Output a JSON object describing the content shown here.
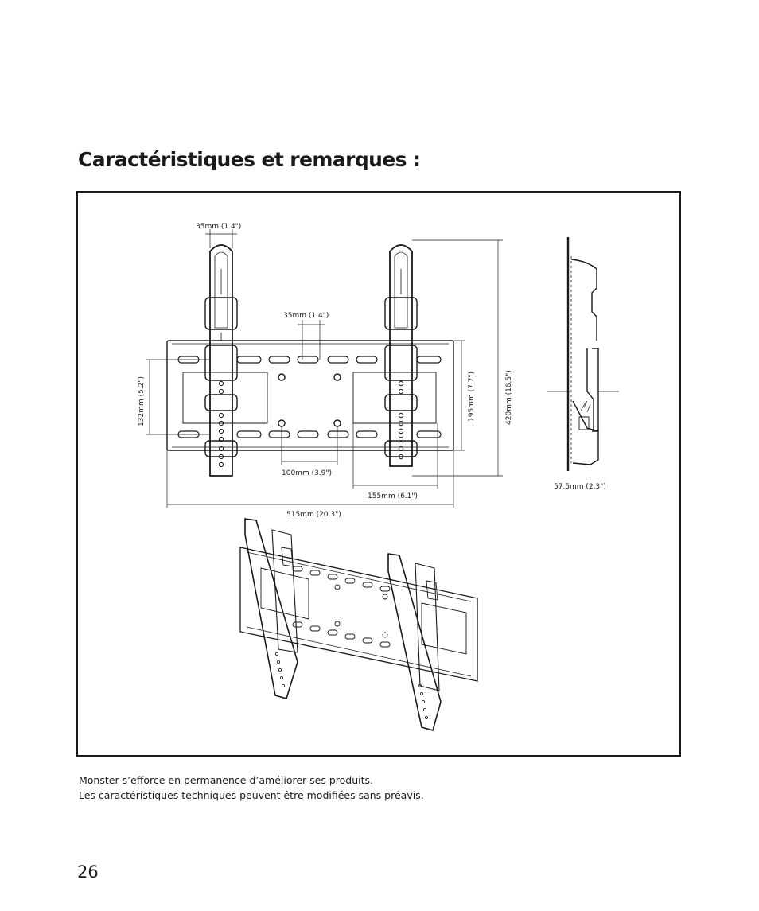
{
  "page": {
    "title": "Caractéristiques et remarques :",
    "page_number": "26"
  },
  "figure": {
    "dimensions": {
      "arm_width": "35mm (1.4\")",
      "slot_width": "35mm (1.4\")",
      "hole_spacing_h": "100mm (3.9\")",
      "arm_offset": "155mm (6.1\")",
      "overall_width": "515mm (20.3\")",
      "left_height": "132mm (5.2\")",
      "plate_height": "195mm (7.7\")",
      "overall_height": "420mm (16.5\")",
      "depth": "57.5mm (2.3\")"
    }
  },
  "notes": {
    "line1": "Monster s’efforce en permanence d’améliorer ses produits.",
    "line2": "Les caractéristiques techniques peuvent être modifiées sans préavis."
  }
}
